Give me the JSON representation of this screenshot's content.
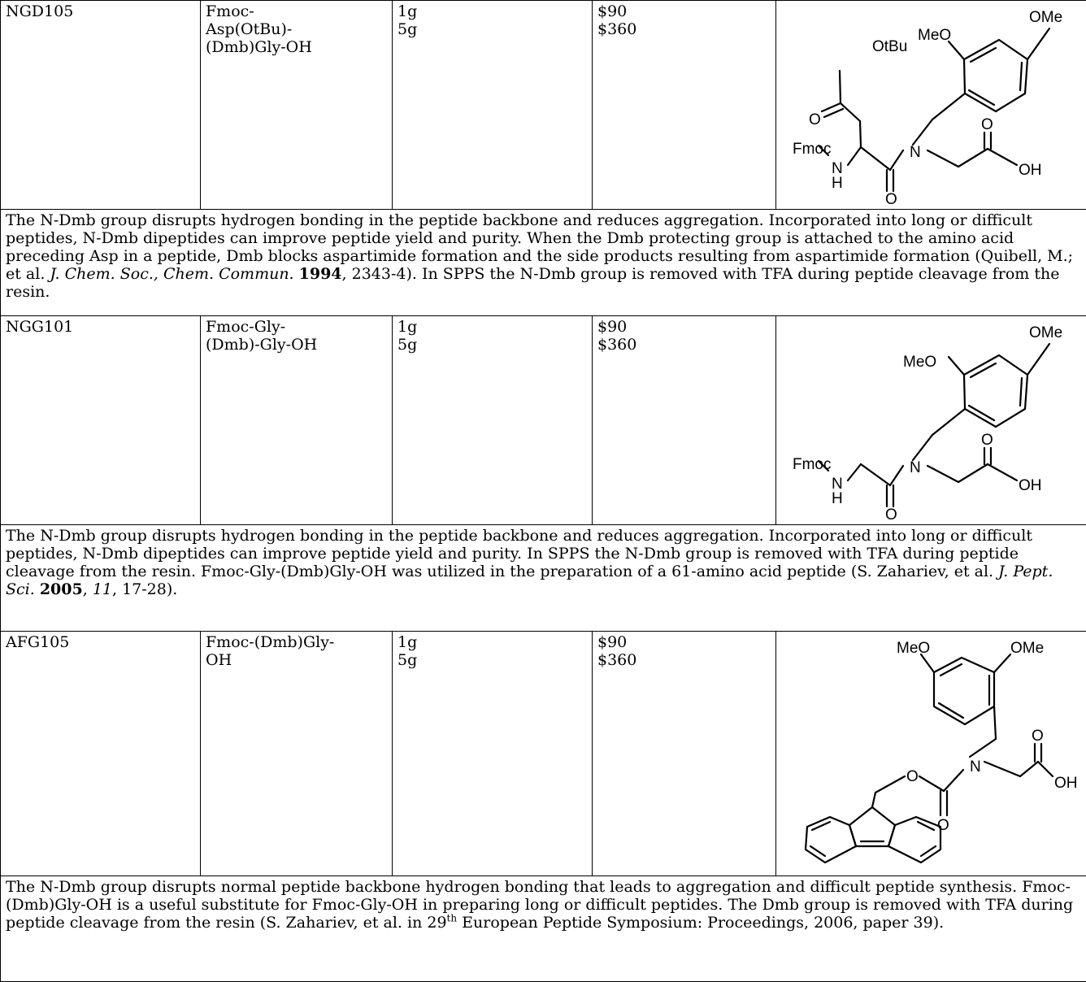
{
  "products": [
    {
      "code": "NGD105",
      "name": "Fmoc-\nAsp(OtBu)-\n(Dmb)Gly-OH",
      "sizes": "1g\n5g",
      "prices": "$90\n$360",
      "structure_labels": {
        "ome": "OMe",
        "meo": "MeO",
        "otbu": "OtBu",
        "o_ester": "O",
        "o_acid": "O",
        "oh": "OH",
        "o_amide": "O",
        "n": "N",
        "fmoc": "Fmoc",
        "nh_n": "N",
        "nh_h": "H"
      },
      "description": {
        "t1": "The N-Dmb group disrupts hydrogen bonding in the peptide backbone and reduces aggregation. Incorporated into long or difficult peptides, N-Dmb dipeptides can improve peptide yield and purity. When the Dmb protecting group is attached to the amino acid preceding Asp in a peptide, Dmb blocks aspartimide formation and the side products resulting from aspartimide formation (Quibell, M.; et al. ",
        "journal": "J. Chem. Soc., Chem. Commun.",
        "t2": " ",
        "year": "1994",
        "t3": ", 2343-4). In SPPS the N-Dmb group is removed with TFA during peptide cleavage from the resin."
      }
    },
    {
      "code": "NGG101",
      "name": "Fmoc-Gly-\n(Dmb)-Gly-OH",
      "sizes": "1g\n5g",
      "prices": "$90\n$360",
      "structure_labels": {
        "ome": "OMe",
        "meo": "MeO",
        "o_acid": "O",
        "oh": "OH",
        "o_amide": "O",
        "n": "N",
        "fmoc": "Fmoc",
        "nh_n": "N",
        "nh_h": "H"
      },
      "description": {
        "t1": "The N-Dmb group disrupts hydrogen bonding in the peptide backbone and reduces aggregation. Incorporated into long or difficult peptides, N-Dmb dipeptides can improve peptide yield and purity. In SPPS the N-Dmb group is removed with TFA during peptide cleavage from the resin. Fmoc-Gly-(Dmb)Gly-OH was utilized in the preparation of a 61-amino acid peptide (S. Zahariev, et al. ",
        "journal": "J. Pept. Sci.",
        "t2": " ",
        "year": "2005",
        "t3": ", ",
        "volume": "11",
        "t4": ", 17-28)."
      }
    },
    {
      "code": "AFG105",
      "name": "Fmoc-(Dmb)Gly-\nOH",
      "sizes": "1g\n5g",
      "prices": "$90\n$360",
      "structure_labels": {
        "meo": "MeO",
        "ome": "OMe",
        "o_acid": "O",
        "oh": "OH",
        "n": "N",
        "o_ether": "O",
        "o_carbonyl": "O"
      },
      "description": {
        "t1": "The N-Dmb group disrupts normal peptide backbone hydrogen bonding that leads to aggregation and difficult peptide synthesis. Fmoc-(Dmb)Gly-OH is a useful substitute for Fmoc-Gly-OH in preparing long or difficult peptides. The Dmb group is removed with TFA during peptide cleavage from the resin (S. Zahariev, et al. in 29",
        "sup": "th",
        "t2": " European Peptide Symposium: Proceedings, 2006, paper 39)."
      }
    }
  ]
}
